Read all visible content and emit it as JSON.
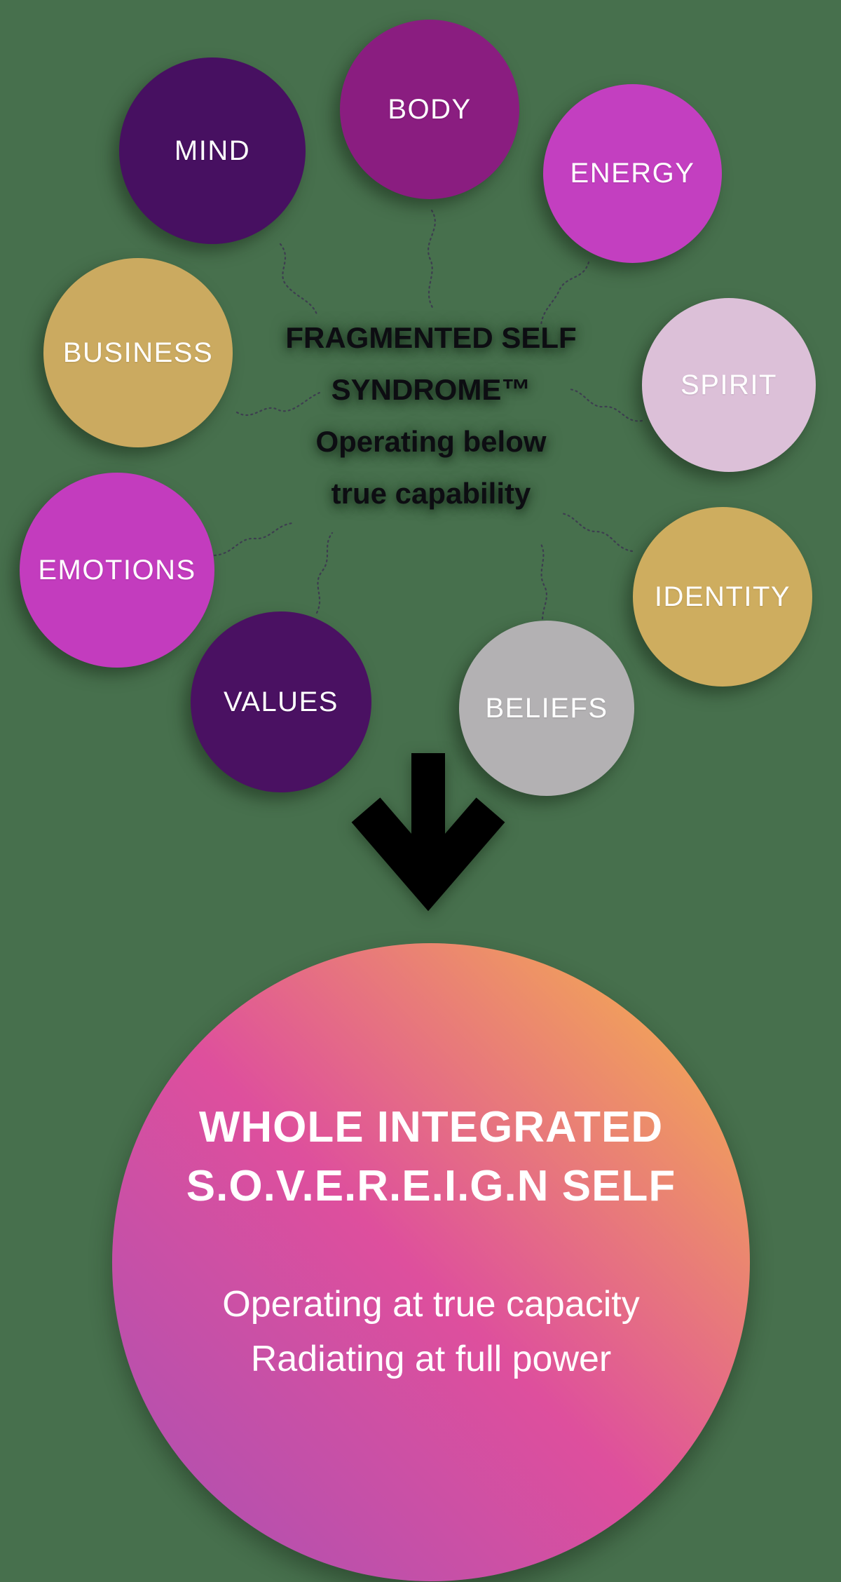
{
  "page": {
    "background_color": "#47704d"
  },
  "connector": {
    "color": "#3c3850"
  },
  "arrow": {
    "color": "#000000"
  },
  "nodes": [
    {
      "label": "MIND",
      "color": "#471061",
      "text_color": "#ffffff"
    },
    {
      "label": "BODY",
      "color": "#8a1d80",
      "text_color": "#ffffff"
    },
    {
      "label": "ENERGY",
      "color": "#c33fc0",
      "text_color": "#ffffff"
    },
    {
      "label": "BUSINESS",
      "color": "#cbaa60",
      "text_color": "#ffffff"
    },
    {
      "label": "SPIRIT",
      "color": "#dcc0d8",
      "text_color": "#ffffff"
    },
    {
      "label": "EMOTIONS",
      "color": "#c33cbe",
      "text_color": "#ffffff"
    },
    {
      "label": "IDENTITY",
      "color": "#cead5f",
      "text_color": "#ffffff"
    },
    {
      "label": "VALUES",
      "color": "#4a1162",
      "text_color": "#ffffff"
    },
    {
      "label": "BELIEFS",
      "color": "#b3b1b3",
      "text_color": "#ffffff"
    }
  ],
  "center": {
    "line1": "FRAGMENTED SELF",
    "line2": "SYNDROME™",
    "line3": "Operating below",
    "line4": "true capability",
    "text_color": "#0d0d12"
  },
  "result": {
    "heading_line1": "WHOLE INTEGRATED",
    "heading_line2": "S.O.V.E.R.E.I.G.N SELF",
    "sub_line1": "Operating at true capacity",
    "sub_line2": "Radiating at full power",
    "gradient_start": "#a851b4",
    "gradient_mid": "#de4f9d",
    "gradient_end": "#f7ba46",
    "text_color": "#ffffff"
  }
}
